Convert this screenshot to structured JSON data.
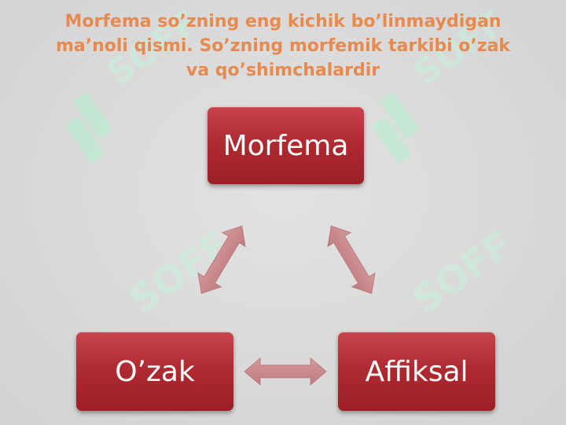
{
  "title": {
    "line1": "Morfema so’zning eng kichik bo’linmaydigan",
    "line2": "ma’noli qismi. So’zning morfemik tarkibi o’zak",
    "line3": "va qo’shimchalardir"
  },
  "diagram": {
    "top_node": "Morfema",
    "left_node": "O’zak",
    "right_node": "Affiksal"
  },
  "watermark": {
    "text": "SOFF"
  },
  "colors": {
    "title": "#e8894e",
    "node_fill": "#b02a31",
    "arrow_fill": "#c98a8c",
    "watermark": "#b6f0cf"
  }
}
